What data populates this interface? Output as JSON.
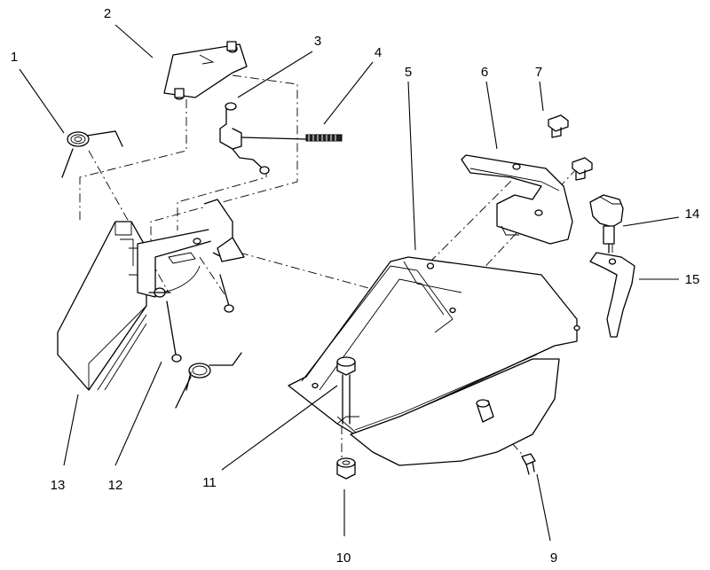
{
  "callouts": [
    {
      "id": "c1",
      "label": "1"
    },
    {
      "id": "c2",
      "label": "2"
    },
    {
      "id": "c3",
      "label": "3"
    },
    {
      "id": "c4",
      "label": "4"
    },
    {
      "id": "c5",
      "label": "5"
    },
    {
      "id": "c6",
      "label": "6"
    },
    {
      "id": "c7",
      "label": "7"
    },
    {
      "id": "c8",
      "label": "14"
    },
    {
      "id": "c9",
      "label": "15"
    },
    {
      "id": "c10",
      "label": "13"
    },
    {
      "id": "c11",
      "label": "12"
    },
    {
      "id": "c12",
      "label": "11"
    },
    {
      "id": "c13",
      "label": "10"
    },
    {
      "id": "c14",
      "label": "9"
    }
  ]
}
